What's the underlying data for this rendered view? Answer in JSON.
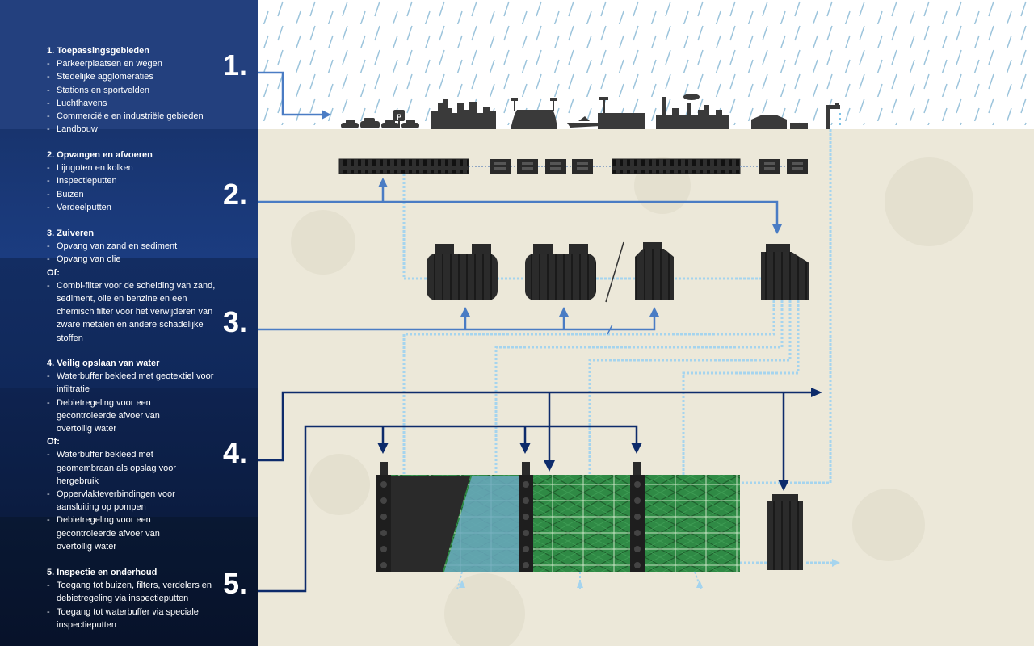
{
  "sections": [
    {
      "num": "1.",
      "title": "1. Toepassingsgebieden",
      "items": [
        "Parkeerplaatsen en wegen",
        "Stedelijke agglomeraties",
        "Stations en sportvelden",
        "Luchthavens",
        "Commerciële en industriële gebieden",
        "Landbouw"
      ]
    },
    {
      "num": "2.",
      "title": "2. Opvangen en afvoeren",
      "items": [
        "Lijngoten en kolken",
        "Inspectieputten",
        "Buizen",
        "Verdeelputten"
      ]
    },
    {
      "num": "3.",
      "title": "3. Zuiveren",
      "items": [
        "Opvang van zand en sediment",
        "Opvang van olie"
      ],
      "of_label": "Of:",
      "alt_items": [
        "Combi-filter voor de scheiding van zand, sediment, olie en benzine en een chemisch filter voor het verwijderen van zware metalen en andere schadelijke stoffen"
      ]
    },
    {
      "num": "4.",
      "title": "4. Veilig opslaan van water",
      "items": [
        "Waterbuffer bekleed met geotextiel voor infiltratie",
        "Debietregeling voor een gecontroleerde afvoer van overtollig water"
      ],
      "of_label": "Of:",
      "alt_items": [
        "Waterbuffer bekleed met geomembraan als opslag voor hergebruik",
        "Oppervlakteverbindingen voor aansluiting op pompen",
        "Debietregeling voor een gecontroleerde  afvoer van overtollig water"
      ]
    },
    {
      "num": "5.",
      "title": "5. Inspectie en onderhoud",
      "items": [
        "Toegang tot buizen, filters, verdelers en debietregeling via inspectieputten",
        "Toegang tot waterbuffer via speciale inspectieputten"
      ]
    }
  ],
  "parking_sign": "P",
  "colors": {
    "accent_arrow": "#4a7cc4",
    "dark_arrow": "#0d2b6b",
    "water": "#9fd0ea",
    "tank": "#2d2d2d",
    "buffer_green": "#2e7d3c",
    "sky": "#ffffff",
    "ground": "#ece8d9",
    "panel": "#15326c"
  }
}
